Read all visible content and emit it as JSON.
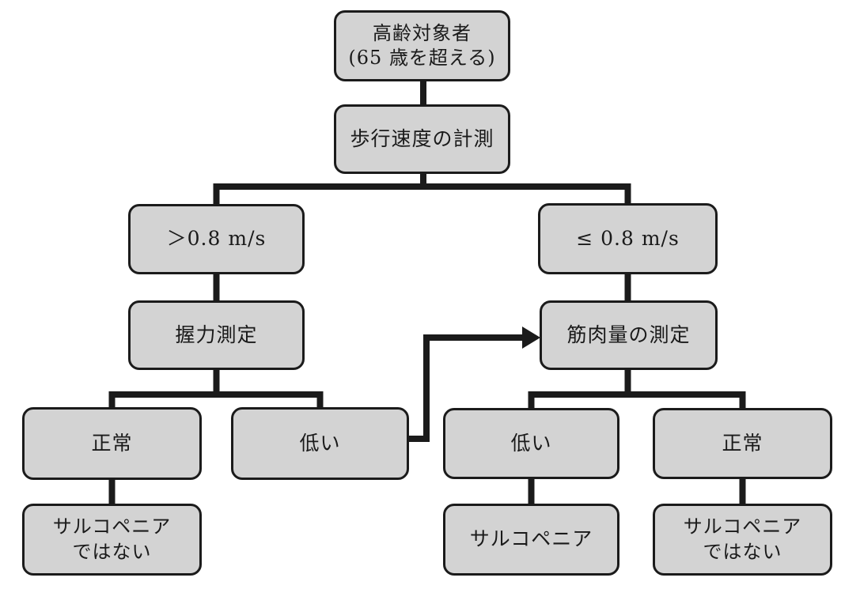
{
  "diagram": {
    "description": "Sarcopenia screening flowchart (Japanese)",
    "colors": {
      "node_fill": "#d3d3d3",
      "node_border": "#1b1b1b",
      "connector": "#1b1b1b",
      "background": "#ffffff",
      "text": "#1a1a1a"
    },
    "nodes": {
      "elderly": {
        "line1": "高齢対象者",
        "line2": "(65 歳を超える)"
      },
      "gait": {
        "label": "歩行速度の計測"
      },
      "fast": {
        "label": "＞0.8 m/s"
      },
      "slow": {
        "label": "≤ 0.8 m/s"
      },
      "grip": {
        "label": "握力測定"
      },
      "muscle": {
        "label": "筋肉量の測定"
      },
      "grip_normal": {
        "label": "正常"
      },
      "grip_low": {
        "label": "低い"
      },
      "muscle_low": {
        "label": "低い"
      },
      "muscle_normal": {
        "label": "正常"
      },
      "not_sarcopenia_left": {
        "line1": "サルコペニア",
        "line2": "ではない"
      },
      "sarcopenia": {
        "label": "サルコペニア"
      },
      "not_sarcopenia_right": {
        "line1": "サルコペニア",
        "line2": "ではない"
      }
    },
    "edges": [
      {
        "from": "elderly",
        "to": "gait"
      },
      {
        "from": "gait",
        "to": "fast"
      },
      {
        "from": "gait",
        "to": "slow"
      },
      {
        "from": "fast",
        "to": "grip"
      },
      {
        "from": "slow",
        "to": "muscle"
      },
      {
        "from": "grip",
        "to": "grip_normal"
      },
      {
        "from": "grip",
        "to": "grip_low"
      },
      {
        "from": "grip_normal",
        "to": "not_sarcopenia_left"
      },
      {
        "from": "grip_low",
        "to": "muscle",
        "arrow": true
      },
      {
        "from": "muscle",
        "to": "muscle_low"
      },
      {
        "from": "muscle",
        "to": "muscle_normal"
      },
      {
        "from": "muscle_low",
        "to": "sarcopenia"
      },
      {
        "from": "muscle_normal",
        "to": "not_sarcopenia_right"
      }
    ]
  }
}
